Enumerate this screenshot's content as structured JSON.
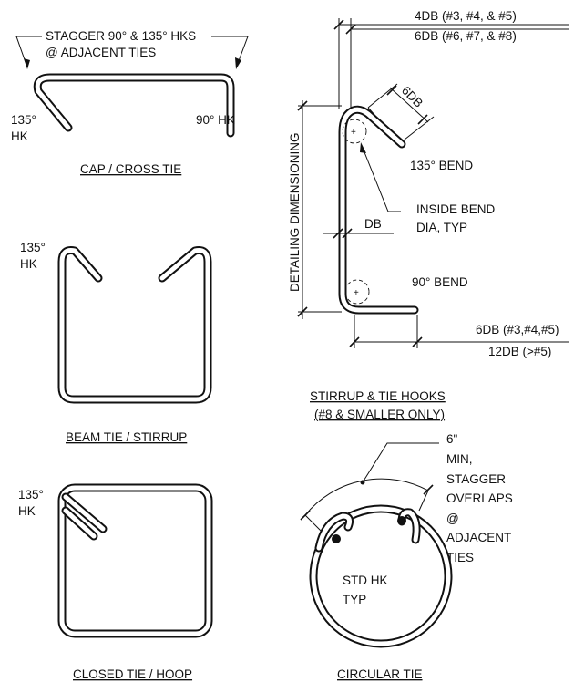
{
  "cap_tie": {
    "note_line1": "STAGGER 90° & 135° HKS",
    "note_line2": "@ ADJACENT TIES",
    "left_hook_line1": "135°",
    "left_hook_line2": "HK",
    "right_hook": "90° HK",
    "title": "CAP / CROSS TIE"
  },
  "beam_tie": {
    "hook_line1": "135°",
    "hook_line2": "HK",
    "title": "BEAM TIE / STIRRUP"
  },
  "closed_tie": {
    "hook_line1": "135°",
    "hook_line2": "HK",
    "title": "CLOSED TIE / HOOP"
  },
  "hook_detail": {
    "top_dim_line1": "4DB (#3, #4, & #5)",
    "top_dim_line2": "6DB (#6, #7, & #8)",
    "extension": "6DB",
    "bend_135": "135° BEND",
    "inside_bend_line1": "INSIDE BEND",
    "inside_bend_line2": "DIA, TYP",
    "bar_dia": "DB",
    "bend_90": "90° BEND",
    "detailing": "DETAILING DIMENSIONING",
    "bottom_dim_line1": "6DB (#3,#4,#5)",
    "bottom_dim_line2": "12DB (>#5)",
    "title_line1": "STIRRUP & TIE HOOKS",
    "title_line2": "(#8 & SMALLER ONLY)"
  },
  "circular_tie": {
    "note_line1": "6\"",
    "note_line2": "MIN,",
    "note_line3": "STAGGER",
    "note_line4": "OVERLAPS",
    "note_line5": "@",
    "note_line6": "ADJACENT",
    "note_line7": "TIES",
    "hook_line1": "STD HK",
    "hook_line2": "TYP",
    "title": "CIRCULAR TIE"
  }
}
